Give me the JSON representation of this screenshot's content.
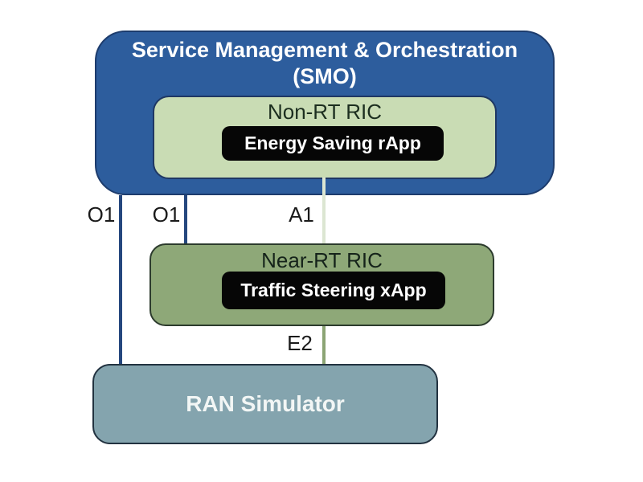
{
  "smo": {
    "title_line1": "Service Management & Orchestration",
    "title_line2": "(SMO)",
    "fill": "#2d5d9d",
    "border_color": "#1d3c6d",
    "non_rt_ric": {
      "title": "Non-RT RIC",
      "fill": "#c9dcb4",
      "border_color": "#1f3864",
      "app": {
        "label": "Energy Saving rApp",
        "fill": "#060606",
        "text_color": "#ffffff"
      }
    }
  },
  "near_rt_ric": {
    "title": "Near-RT RIC",
    "fill": "#8ea878",
    "border_color": "#2c3b2d",
    "app": {
      "label": "Traffic Steering xApp",
      "fill": "#060606",
      "text_color": "#ffffff"
    }
  },
  "ran_simulator": {
    "title": "RAN Simulator",
    "fill": "#84a4ae",
    "border_color": "#223240"
  },
  "interfaces": [
    {
      "label": "O1",
      "color": "#25477e",
      "from": "SMO",
      "to": "RAN Simulator"
    },
    {
      "label": "O1",
      "color": "#25477e",
      "from": "SMO",
      "to": "Near-RT RIC"
    },
    {
      "label": "A1",
      "color": "#dce6d2",
      "from": "Non-RT RIC",
      "to": "Near-RT RIC"
    },
    {
      "label": "E2",
      "color": "#8ba474",
      "from": "Near-RT RIC",
      "to": "RAN Simulator"
    }
  ]
}
